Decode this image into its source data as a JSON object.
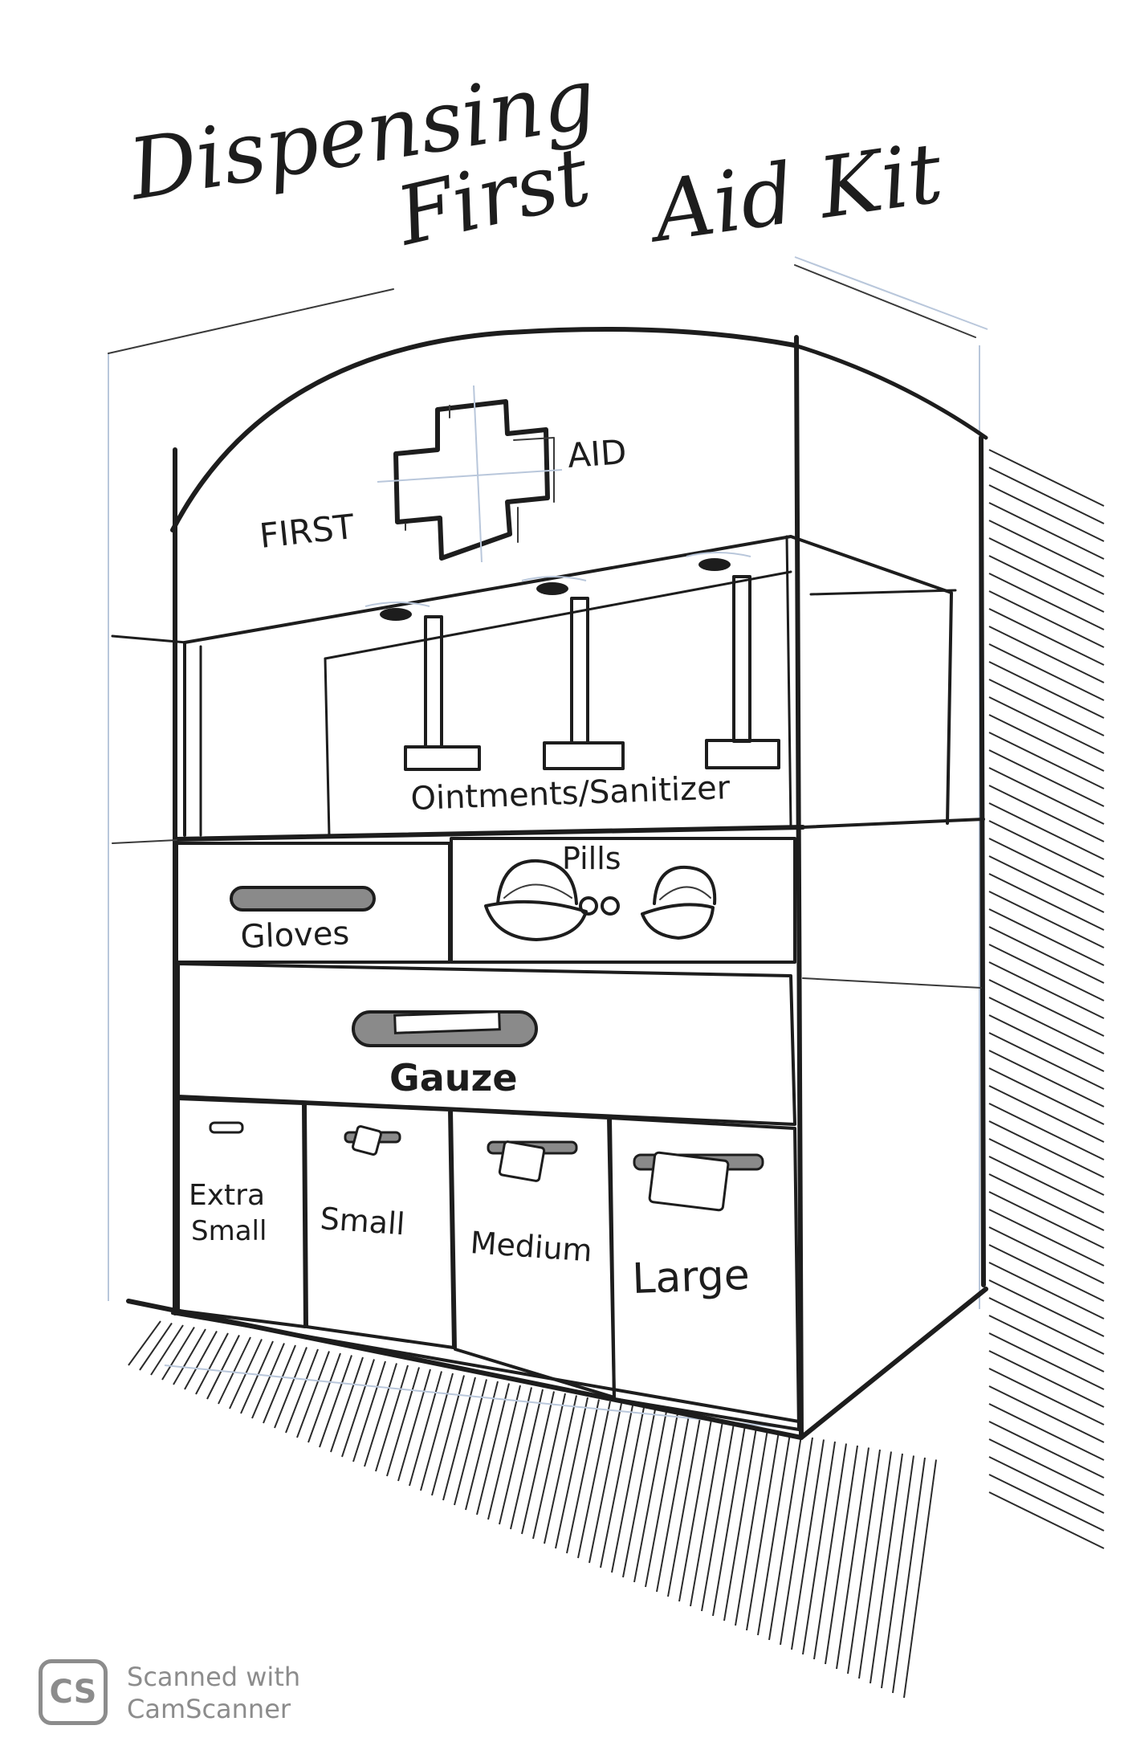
{
  "title": {
    "line1": "Dispensing",
    "line2": "First",
    "line3": "Aid Kit"
  },
  "sign": {
    "left_word": "FIRST",
    "right_word": "AID"
  },
  "compartments": {
    "ointments_label": "Ointments/Sanitizer",
    "gloves_label": "Gloves",
    "pills_label": "Pills",
    "gauze_label": "Gauze",
    "bandages": [
      {
        "label_line1": "Extra",
        "label_line2": "Small"
      },
      {
        "label_line1": "Small",
        "label_line2": ""
      },
      {
        "label_line1": "Medium",
        "label_line2": ""
      },
      {
        "label_line1": "Large",
        "label_line2": ""
      }
    ]
  },
  "watermark": {
    "logo": "CS",
    "line1": "Scanned with",
    "line2": "CamScanner"
  },
  "colors": {
    "ink": "#1d1d1d",
    "guide": "#b9c7db",
    "watermark": "#8c8c8c"
  }
}
